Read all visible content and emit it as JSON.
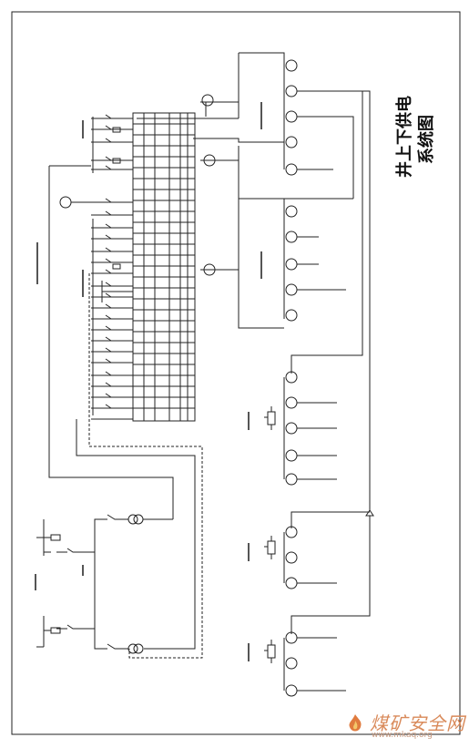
{
  "title": {
    "line1": "井上下供电",
    "line2": "系统图"
  },
  "watermark": {
    "brand": "煤矿安全网",
    "url": "www.mkaq.org"
  },
  "colors": {
    "line": "#222222",
    "background": "#ffffff",
    "watermark": "#d98a5a"
  }
}
